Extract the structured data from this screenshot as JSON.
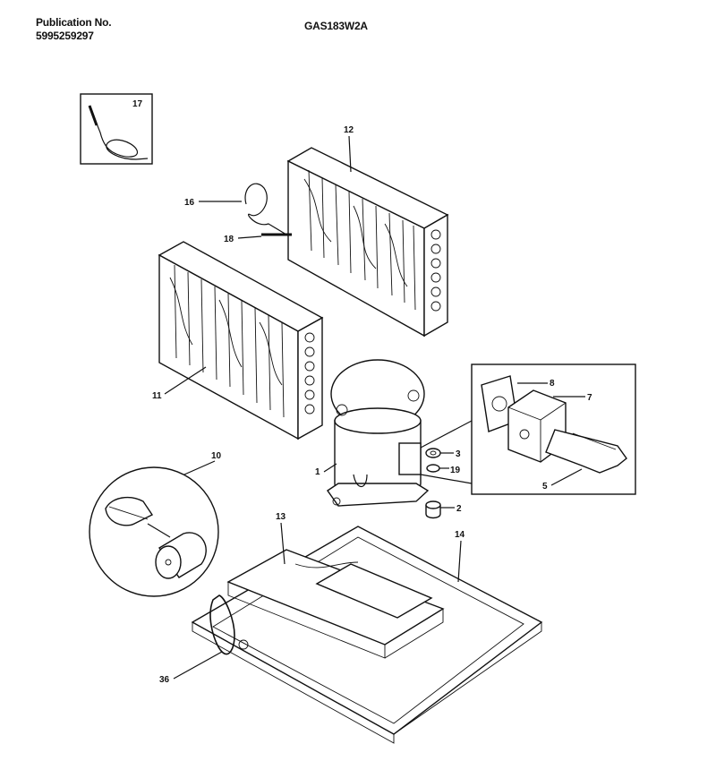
{
  "header": {
    "publication_label": "Publication No.",
    "publication_number": "5995259297",
    "model": "GAS183W2A"
  },
  "callouts": {
    "c1": "1",
    "c2": "2",
    "c3": "3",
    "c5": "5",
    "c7": "7",
    "c8": "8",
    "c10": "10",
    "c11": "11",
    "c12": "12",
    "c13": "13",
    "c14": "14",
    "c16": "16",
    "c17": "17",
    "c18": "18",
    "c19": "19",
    "c36": "36"
  }
}
